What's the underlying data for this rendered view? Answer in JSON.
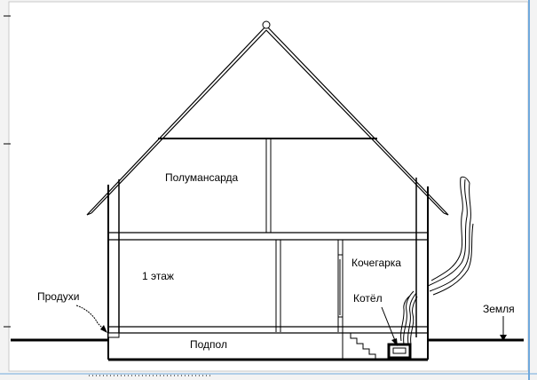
{
  "labels": {
    "attic": "Полумансарда",
    "floor1": "1 этаж",
    "boiler_room": "Кочегарка",
    "boiler": "Котёл",
    "vents": "Продухи",
    "ground": "Земля",
    "crawlspace": "Подпол"
  },
  "colors": {
    "background": "#f3f3f3",
    "paper": "#ffffff",
    "line": "#000000",
    "window_frame": "#6fa8dc"
  }
}
